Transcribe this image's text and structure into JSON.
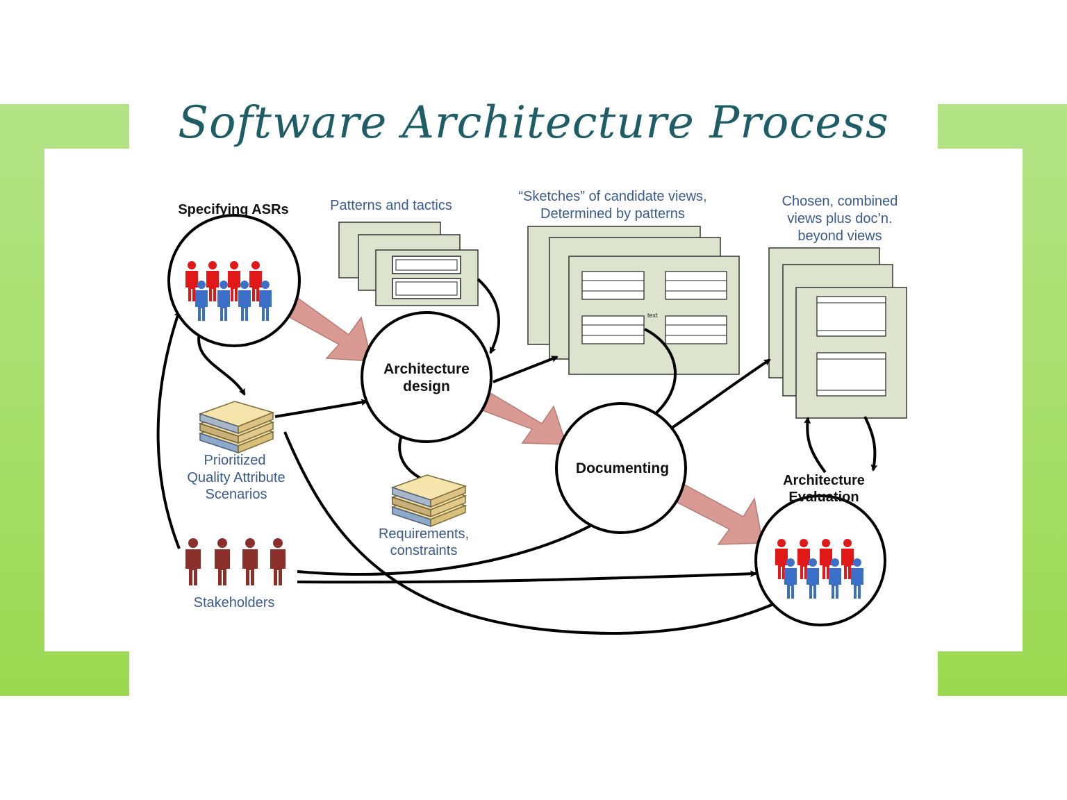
{
  "title": "Software Architecture Process",
  "colors": {
    "frame_green": "#a6dd6a",
    "title_teal": "#1f5d66",
    "doc_fill": "#dde3cc",
    "fat_arrow": "#d99a94",
    "label_blue": "#3a5a8c",
    "person_red": "#e01818",
    "person_blue": "#3b6fc8",
    "stakeholder_brown": "#8a2f2a"
  },
  "labels": {
    "specifying_asrs": "Specifying ASRs",
    "patterns_tactics": "Patterns and tactics",
    "sketches_line1": "“Sketches” of candidate views,",
    "sketches_line2": "Determined by patterns",
    "chosen_line1": "Chosen, combined",
    "chosen_line2": "views plus doc’n.",
    "chosen_line3": "beyond views",
    "arch_design_line1": "Architecture",
    "arch_design_line2": "design",
    "documenting": "Documenting",
    "arch_eval_line1": "Architecture",
    "arch_eval_line2": "Evaluation",
    "pqas_line1": "Prioritized",
    "pqas_line2": "Quality Attribute",
    "pqas_line3": "Scenarios",
    "req_line1": "Requirements,",
    "req_line2": "constraints",
    "stakeholders": "Stakeholders",
    "small_text": "text"
  },
  "icons": [
    "people-group-icon",
    "document-stack-icon",
    "book-stack-icon"
  ]
}
